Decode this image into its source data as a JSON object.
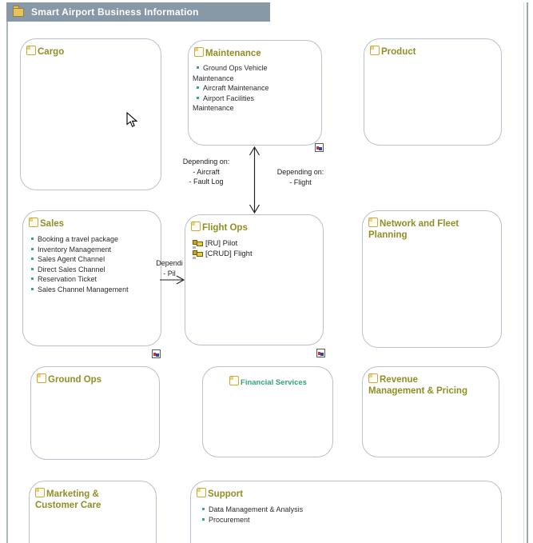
{
  "header": {
    "title": "Smart Airport Business Information"
  },
  "colors": {
    "header_bg": "#8798a6",
    "capability_title": "#8f8f26",
    "service_title": "#33a37c",
    "bullet": "#3fa876",
    "box_border": "#b7c1cb"
  },
  "icons": {
    "header": "folder-icon",
    "box_title": "capability-icon",
    "list_marker": "bullet-icon",
    "flight_ops_rows": "business-object-icon",
    "corner_badge": "subdiagram-indicator-icon",
    "pointer": "mouse-cursor"
  },
  "boxes": [
    {
      "id": "cargo",
      "title": "Cargo"
    },
    {
      "id": "maintenance",
      "title": "Maintenance",
      "items": [
        "Ground Ops Vehicle Maintenance",
        "Aircraft Maintenance",
        "Airport Facilities Maintenance"
      ]
    },
    {
      "id": "product",
      "title": "Product"
    },
    {
      "id": "sales",
      "title": "Sales",
      "items": [
        "Booking a travel package",
        "Inventory Management",
        "Sales Agent Channel",
        "Direct Sales Channel",
        "Reservation Ticket",
        "Sales Channel Management"
      ]
    },
    {
      "id": "flight-ops",
      "title": "Flight Ops",
      "objects": [
        "[RU] Pilot",
        "[CRUD] Flight"
      ]
    },
    {
      "id": "network",
      "title": "Network and Fleet Planning"
    },
    {
      "id": "ground-ops",
      "title": "Ground Ops"
    },
    {
      "id": "financial",
      "title": "Financial Services"
    },
    {
      "id": "revenue",
      "title": "Revenue Management & Pricing"
    },
    {
      "id": "marketing",
      "title": "Marketing & Customer Care"
    },
    {
      "id": "support",
      "title": "Support",
      "items": [
        "Data Management & Analysis",
        "Procurement"
      ]
    }
  ],
  "connections": {
    "maintenance_flightops": {
      "left_label": [
        "Depending on:",
        "- Aircraft",
        "- Fault Log"
      ],
      "right_label": [
        "Depending on:",
        "- Flight"
      ]
    },
    "sales_flightops": {
      "label": [
        "Dependi",
        "- Pil"
      ]
    }
  }
}
